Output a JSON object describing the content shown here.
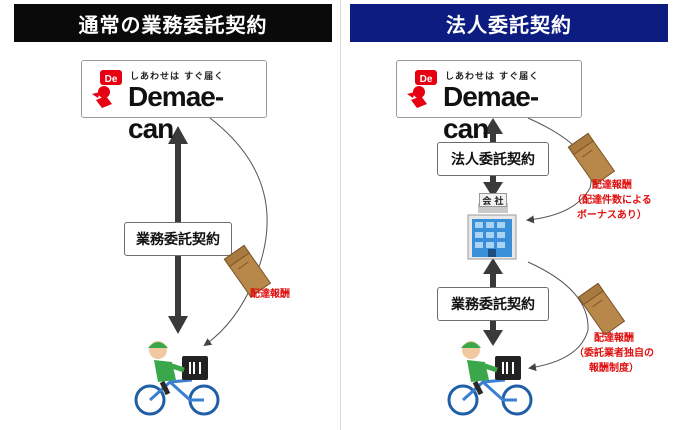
{
  "left_panel": {
    "header": "通常の業務委託契約",
    "header_color": "#0a0a0a",
    "logo": {
      "tagline": "しあわせは すぐ届く",
      "brand": "Demae-can"
    },
    "contract_label": "業務委託契約",
    "payment_label": "配達報酬"
  },
  "right_panel": {
    "header": "法人委託契約",
    "header_color": "#0d1c80",
    "logo": {
      "tagline": "しあわせは すぐ届く",
      "brand": "Demae-can"
    },
    "contract_label_top": "法人委託契約",
    "company_sign": "会 社",
    "contract_label_bottom": "業務委託契約",
    "payment_top": {
      "title": "配達報酬",
      "detail_line1": "（配達件数による",
      "detail_line2": "ボーナスあり）"
    },
    "payment_bottom": {
      "title": "配達報酬",
      "detail_line1": "（委託業者独自の",
      "detail_line2": "報酬制度）"
    }
  },
  "colors": {
    "accent_red": "#e01010",
    "logo_red": "#e60012",
    "arrow_gray": "#3a3a3a",
    "building_blue": "#3a8fd9",
    "rider_green": "#3aa84a",
    "envelope_tan": "#b8874a"
  },
  "icons": {
    "mascot": "demaecan-mascot-icon",
    "building": "office-building-icon",
    "rider": "delivery-rider-icon",
    "envelope": "pay-envelope-icon"
  }
}
